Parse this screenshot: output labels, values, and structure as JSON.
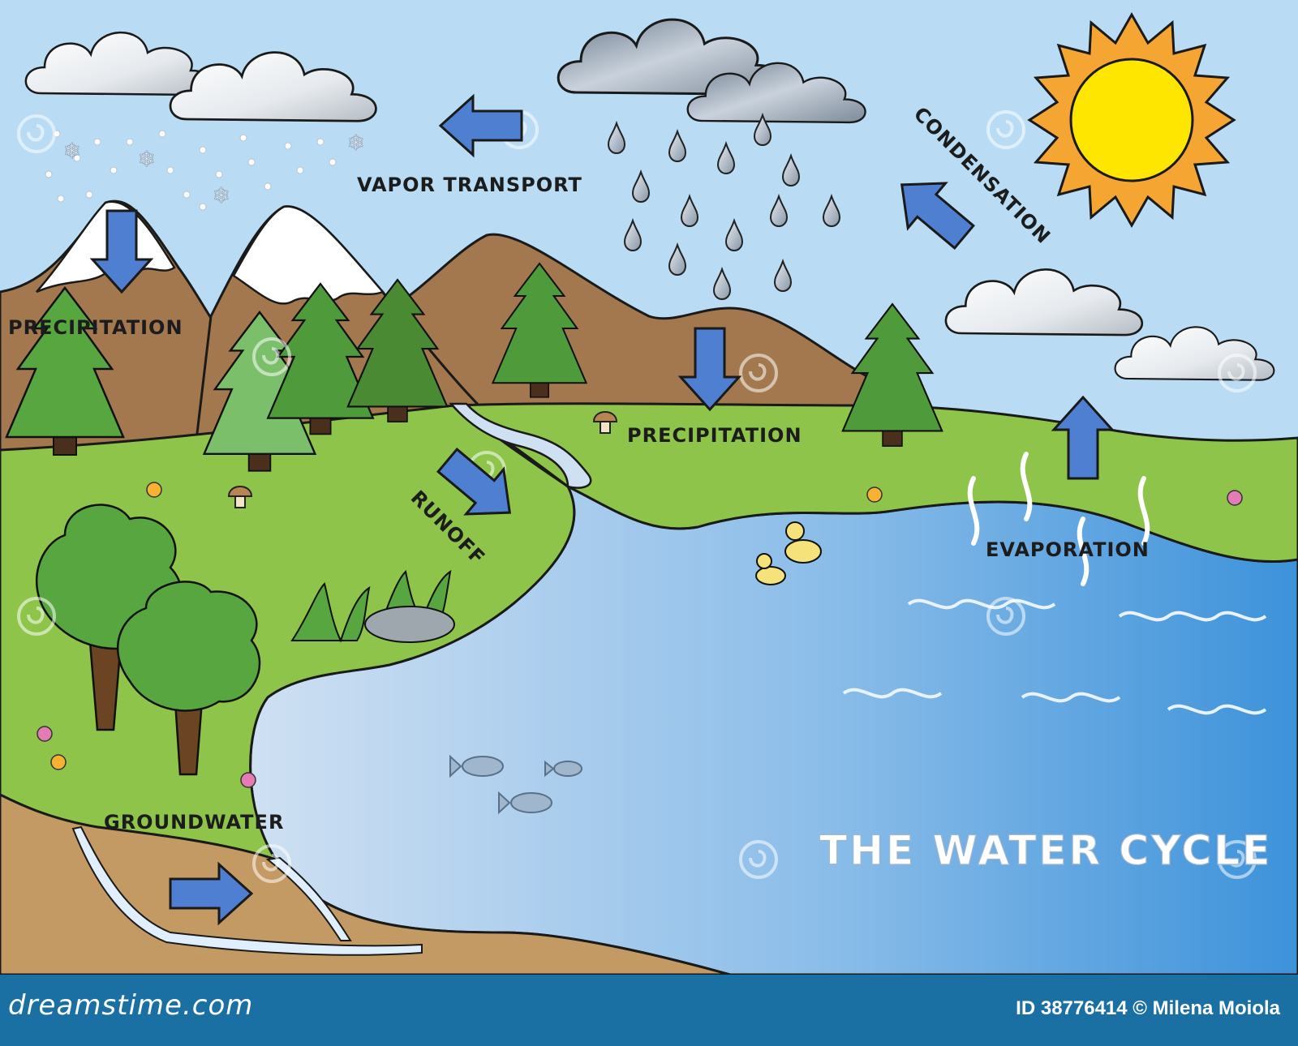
{
  "diagram": {
    "title": "THE WATER CYCLE",
    "labels": {
      "vapor_transport": "VAPOR TRANSPORT",
      "condensation": "CONDENSATION",
      "precipitation_mountain": "PRECIPITATION",
      "precipitation_valley": "PRECIPITATION",
      "runoff": "RUNOFF",
      "evaporation": "EVAPORATION",
      "groundwater": "GROUNDWATER"
    }
  },
  "footer": {
    "brand": "dreamstime.com",
    "credit": "ID 38776414 © Milena Moiola"
  },
  "colors": {
    "sky": "#b9dcf4",
    "grass": "#8fc44a",
    "mountain": "#a3784f",
    "water": "#6aaee3",
    "arrow": "#4f7fd0",
    "sun": "#ffe600",
    "footer": "#1a6fa3"
  }
}
